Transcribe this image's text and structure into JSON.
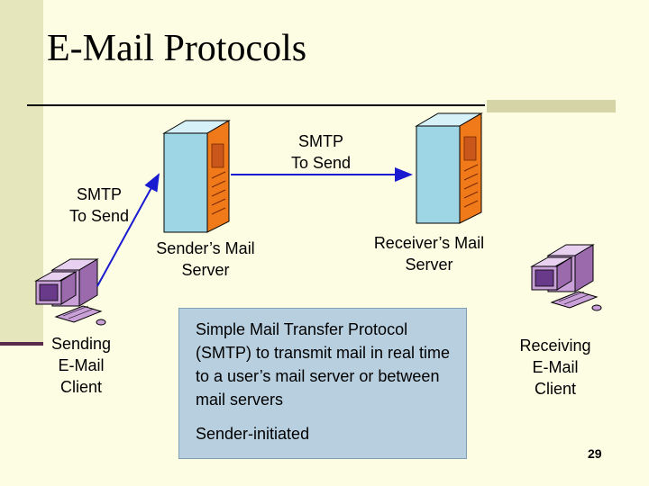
{
  "slide": {
    "title": "E-Mail Protocols",
    "page_number": "29"
  },
  "labels": {
    "smtp_top": "SMTP\nTo Send",
    "smtp_left": "SMTP\nTo Send",
    "sender_server": "Sender’s Mail\nServer",
    "receiver_server": "Receiver’s Mail\nServer",
    "sending_client": "Sending\nE-Mail\nClient",
    "receiving_client": "Receiving\nE-Mail\nClient"
  },
  "description": {
    "text": "Simple Mail Transfer Protocol (SMTP) to transmit mail in real time to a user’s mail server or between mail servers",
    "note": "Sender-initiated"
  },
  "colors": {
    "background": "#fdfde4",
    "server_body": "#9fd6e6",
    "server_panel": "#f07a1a",
    "computer_purple": "#c9a0d8",
    "arrow": "#1a1ad0",
    "desc_box": "#b8cfe0"
  }
}
